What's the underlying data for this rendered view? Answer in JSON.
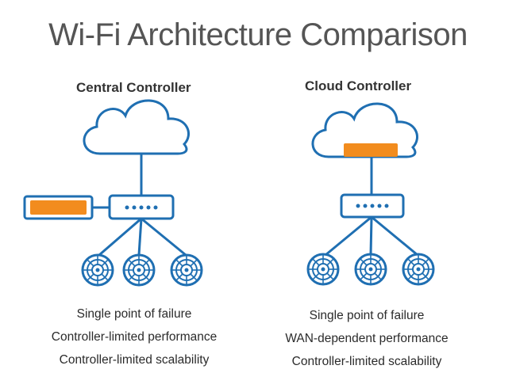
{
  "title": "Wi-Fi Architecture Comparison",
  "columns": [
    {
      "heading": "Central Controller",
      "points": [
        "Single point of failure",
        "Controller-limited performance",
        "Controller-limited scalability"
      ]
    },
    {
      "heading": "Cloud Controller",
      "points": [
        "Single point of failure",
        "WAN-dependent performance",
        "Controller-limited scalability"
      ]
    }
  ],
  "colors": {
    "outline": "#1f6fb2",
    "controller": "#f28c1e",
    "title": "#555555"
  }
}
